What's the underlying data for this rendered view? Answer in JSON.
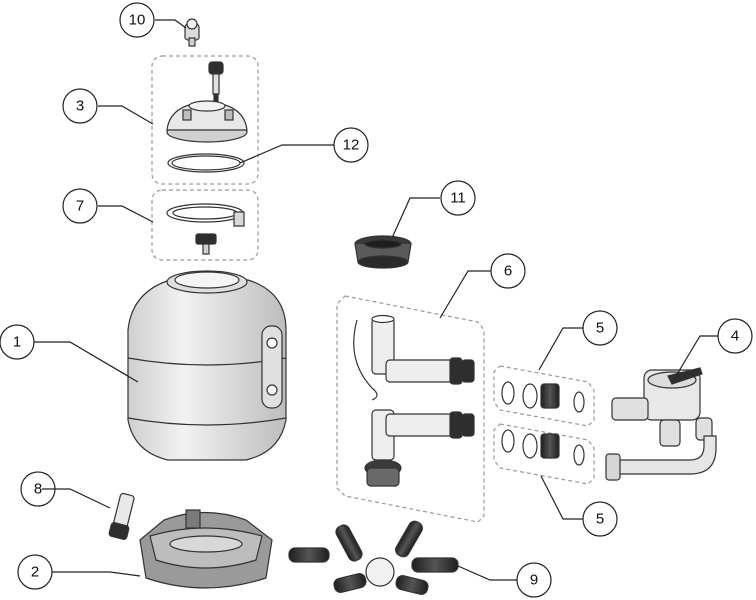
{
  "callouts": {
    "c1": "1",
    "c2": "2",
    "c3": "3",
    "c4": "4",
    "c5a": "5",
    "c5b": "5",
    "c6": "6",
    "c7": "7",
    "c8": "8",
    "c9": "9",
    "c10": "10",
    "c11": "11",
    "c12": "12"
  },
  "colors": {
    "part_fill": "#e6e6e6",
    "part_dark": "#2e2e2e",
    "outline": "#333333",
    "dashed_group": "#9a9a9a"
  }
}
